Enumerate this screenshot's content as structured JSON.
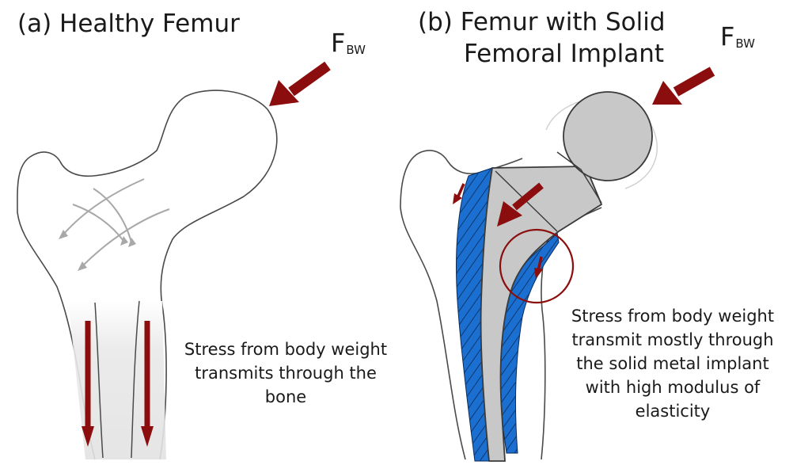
{
  "panel_a": {
    "title": "(a) Healthy Femur",
    "force_label": "F",
    "force_subscript": "BW",
    "caption_lines": [
      "Stress from body weight",
      "transmits through the",
      "bone"
    ]
  },
  "panel_b": {
    "title_lines": [
      "(b) Femur with Solid",
      "Femoral Implant"
    ],
    "force_label": "F",
    "force_subscript": "BW",
    "caption_lines": [
      "Stress from body weight",
      "transmit mostly through",
      "the solid metal implant",
      "with high modulus of",
      "elasticity"
    ]
  },
  "colors": {
    "arrow": "#8b0d0d",
    "bone_outline": "#4a4a4a",
    "bone_fill": "#f1f1f1",
    "implant_fill": "#c8c8c8",
    "cement_blue": "#1a6fd1",
    "trabecular_lines": "#a8a8a8"
  }
}
